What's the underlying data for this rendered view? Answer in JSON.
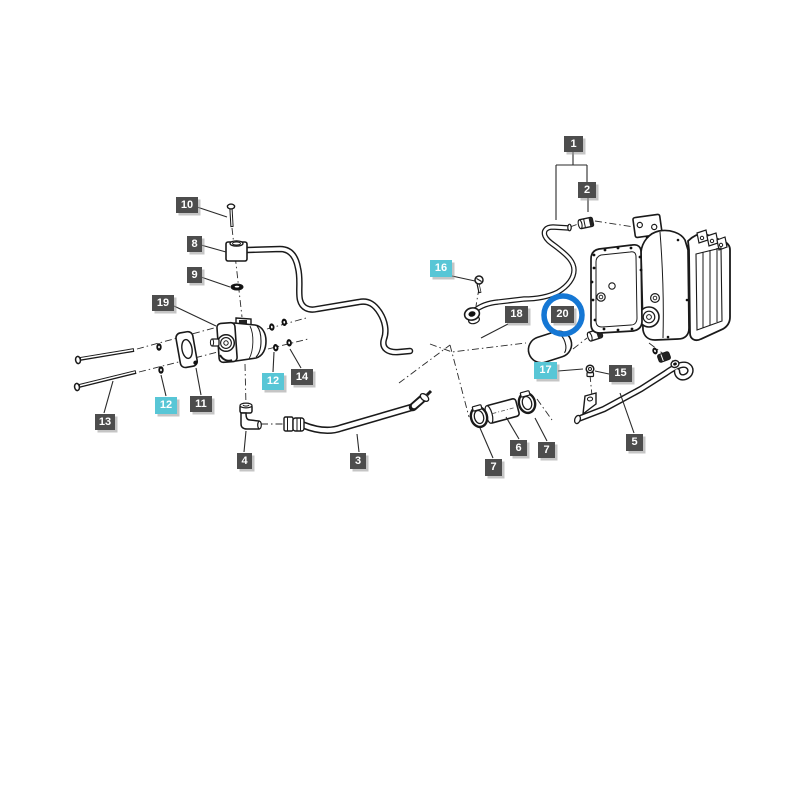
{
  "diagram": {
    "kind": "exploded-parts-diagram",
    "selected_part": "20",
    "highlighted_parts": [
      "12",
      "16",
      "17"
    ]
  },
  "colors": {
    "label_background": "#4d4d4d",
    "label_text": "#ffffff",
    "highlight_label_background": "#58c6d6",
    "selection_ring": "#1577d4",
    "line_art": "#1a1a1a"
  },
  "labels": [
    {
      "text": "10",
      "variant": "default"
    },
    {
      "text": "8",
      "variant": "default"
    },
    {
      "text": "9",
      "variant": "default"
    },
    {
      "text": "19",
      "variant": "default"
    },
    {
      "text": "13",
      "variant": "default"
    },
    {
      "text": "12",
      "variant": "highlight"
    },
    {
      "text": "11",
      "variant": "default"
    },
    {
      "text": "12",
      "variant": "highlight"
    },
    {
      "text": "14",
      "variant": "default"
    },
    {
      "text": "4",
      "variant": "default"
    },
    {
      "text": "3",
      "variant": "default"
    },
    {
      "text": "1",
      "variant": "default"
    },
    {
      "text": "2",
      "variant": "default"
    },
    {
      "text": "16",
      "variant": "highlight"
    },
    {
      "text": "18",
      "variant": "default"
    },
    {
      "text": "20",
      "variant": "selected"
    },
    {
      "text": "17",
      "variant": "highlight"
    },
    {
      "text": "15",
      "variant": "default"
    },
    {
      "text": "5",
      "variant": "default"
    },
    {
      "text": "6",
      "variant": "default"
    },
    {
      "text": "7",
      "variant": "default"
    },
    {
      "text": "7",
      "variant": "default"
    }
  ]
}
